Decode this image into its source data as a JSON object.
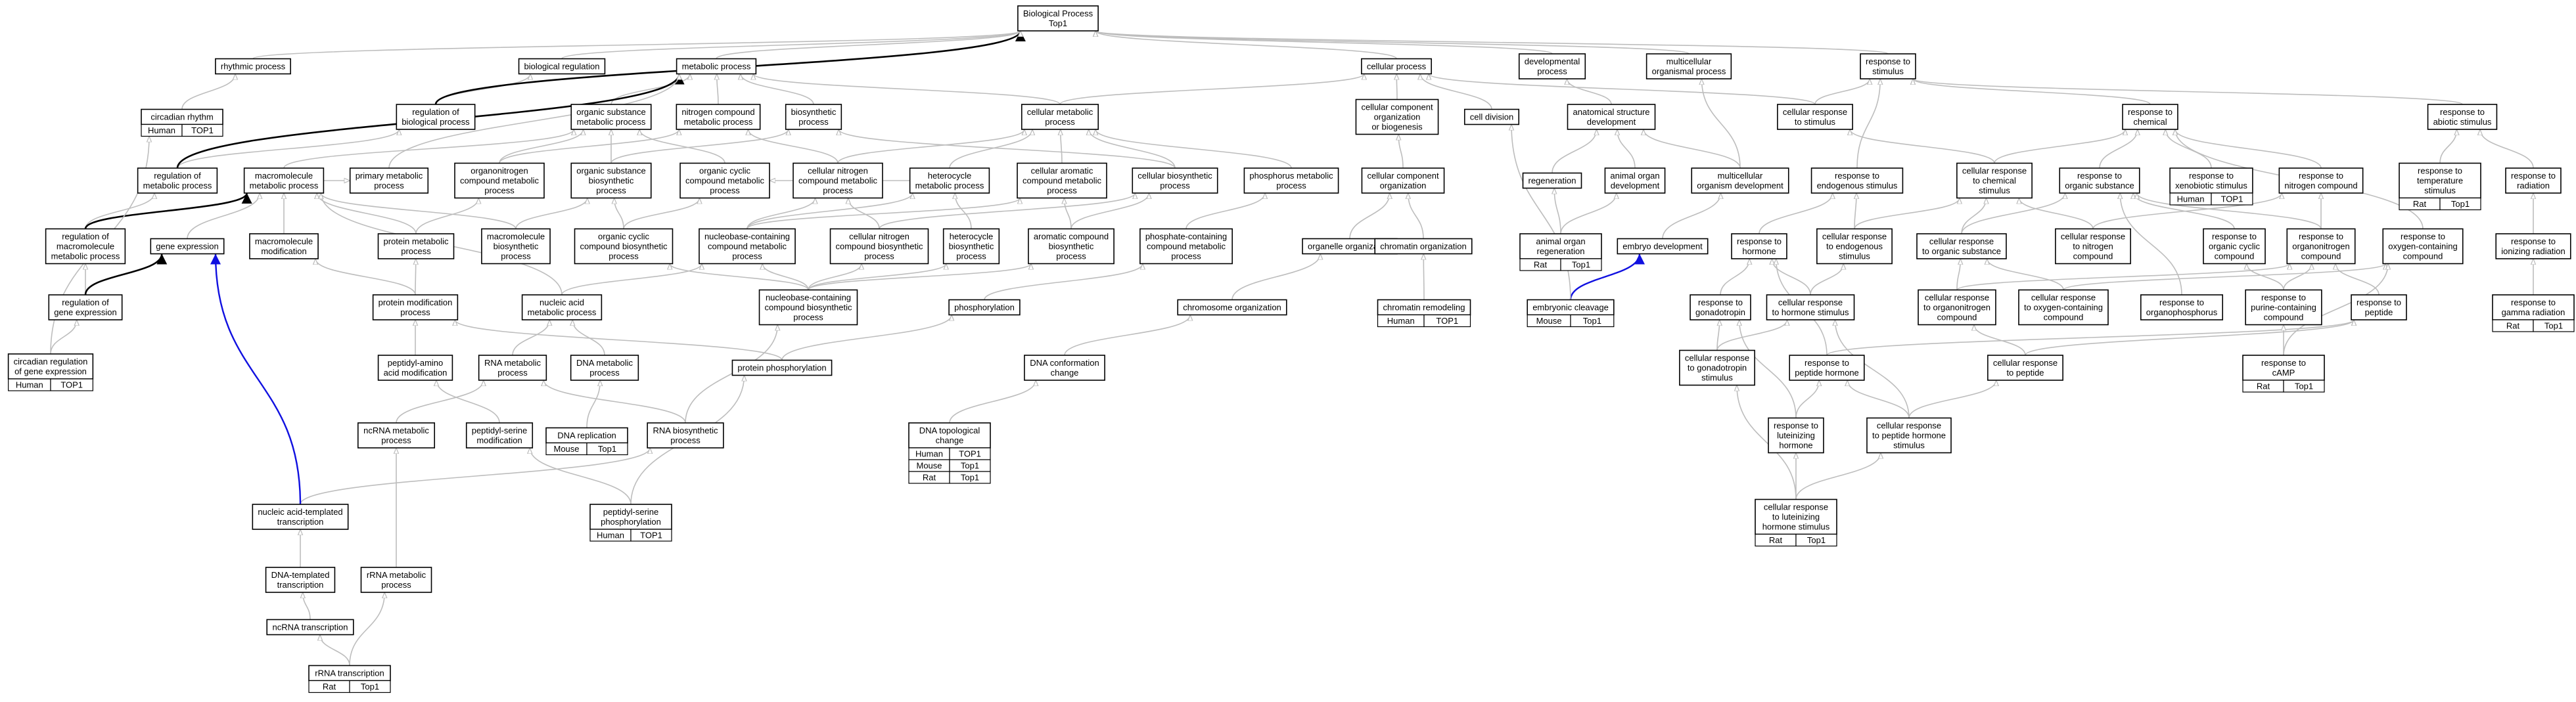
{
  "colors": {
    "box_border": "#000000",
    "edge_gray": "#bdbdbd",
    "edge_strong": "#000000",
    "edge_blue": "#1010e0",
    "human_badge": "#e8533f",
    "mouse_badge": "#a8d8e6",
    "rat_badge": "#f5c400"
  },
  "nodes": [
    {
      "id": "bp",
      "lines": [
        "Biological Process",
        "Top1"
      ]
    },
    {
      "id": "rhythmic",
      "lines": [
        "rhythmic process"
      ]
    },
    {
      "id": "circadian",
      "lines": [
        "circadian rhythm"
      ],
      "badges": [
        {
          "species": "Human",
          "rank": "TOP1"
        }
      ]
    },
    {
      "id": "bioreg",
      "lines": [
        "biological regulation"
      ]
    },
    {
      "id": "regbp",
      "lines": [
        "regulation of",
        "biological process"
      ]
    },
    {
      "id": "metab",
      "lines": [
        "metabolic process"
      ]
    },
    {
      "id": "cellproc",
      "lines": [
        "cellular process"
      ]
    },
    {
      "id": "devproc",
      "lines": [
        "developmental",
        "process"
      ]
    },
    {
      "id": "multicell",
      "lines": [
        "multicellular",
        "organismal process"
      ]
    },
    {
      "id": "respstim",
      "lines": [
        "response to",
        "stimulus"
      ]
    },
    {
      "id": "orgsub",
      "lines": [
        "organic substance",
        "metabolic process"
      ]
    },
    {
      "id": "nitro",
      "lines": [
        "nitrogen compound",
        "metabolic process"
      ]
    },
    {
      "id": "biosyn",
      "lines": [
        "biosynthetic",
        "process"
      ]
    },
    {
      "id": "cellmet",
      "lines": [
        "cellular metabolic",
        "process"
      ]
    },
    {
      "id": "cellcomp",
      "lines": [
        "cellular component",
        "organization",
        "or biogenesis"
      ]
    },
    {
      "id": "celldiv",
      "lines": [
        "cell division"
      ]
    },
    {
      "id": "anat",
      "lines": [
        "anatomical structure",
        "development"
      ]
    },
    {
      "id": "cellresp",
      "lines": [
        "cellular response",
        "to stimulus"
      ]
    },
    {
      "id": "respchem",
      "lines": [
        "response to",
        "chemical"
      ]
    },
    {
      "id": "respabio",
      "lines": [
        "response to",
        "abiotic stimulus"
      ]
    },
    {
      "id": "regmet",
      "lines": [
        "regulation of",
        "metabolic process"
      ]
    },
    {
      "id": "macro",
      "lines": [
        "macromolecule",
        "metabolic process"
      ]
    },
    {
      "id": "primary",
      "lines": [
        "primary metabolic",
        "process"
      ]
    },
    {
      "id": "orgnitro",
      "lines": [
        "organonitrogen",
        "compound metabolic",
        "process"
      ]
    },
    {
      "id": "orgsubbio",
      "lines": [
        "organic substance",
        "biosynthetic",
        "process"
      ]
    },
    {
      "id": "orgcyc",
      "lines": [
        "organic cyclic",
        "compound metabolic",
        "process"
      ]
    },
    {
      "id": "cellnitro",
      "lines": [
        "cellular nitrogen",
        "compound metabolic",
        "process"
      ]
    },
    {
      "id": "hetero",
      "lines": [
        "heterocycle",
        "metabolic process"
      ]
    },
    {
      "id": "cellarom",
      "lines": [
        "cellular aromatic",
        "compound metabolic",
        "process"
      ]
    },
    {
      "id": "cellbio",
      "lines": [
        "cellular biosynthetic",
        "process"
      ]
    },
    {
      "id": "phosmet",
      "lines": [
        "phosphorus metabolic",
        "process"
      ]
    },
    {
      "id": "cellcomporg",
      "lines": [
        "cellular component",
        "organization"
      ]
    },
    {
      "id": "regen",
      "lines": [
        "regeneration"
      ]
    },
    {
      "id": "animorg",
      "lines": [
        "animal organ",
        "development"
      ]
    },
    {
      "id": "multidev",
      "lines": [
        "multicellular",
        "organism development"
      ]
    },
    {
      "id": "respendo",
      "lines": [
        "response to",
        "endogenous stimulus"
      ]
    },
    {
      "id": "cellrespchem",
      "lines": [
        "cellular response",
        "to chemical",
        "stimulus"
      ]
    },
    {
      "id": "resporg",
      "lines": [
        "response to",
        "organic substance"
      ]
    },
    {
      "id": "respxeno",
      "lines": [
        "response to",
        "xenobiotic stimulus"
      ],
      "badges": [
        {
          "species": "Human",
          "rank": "TOP1"
        }
      ]
    },
    {
      "id": "respnitro",
      "lines": [
        "response to",
        "nitrogen compound"
      ]
    },
    {
      "id": "resptemp",
      "lines": [
        "response to",
        "temperature",
        "stimulus"
      ],
      "badges": [
        {
          "species": "Rat",
          "rank": "Top1"
        }
      ]
    },
    {
      "id": "resprad",
      "lines": [
        "response to",
        "radiation"
      ]
    },
    {
      "id": "regmacro",
      "lines": [
        "regulation of",
        "macromolecule",
        "metabolic process"
      ]
    },
    {
      "id": "geneexp",
      "lines": [
        "gene expression"
      ]
    },
    {
      "id": "macromod",
      "lines": [
        "macromolecule",
        "modification"
      ]
    },
    {
      "id": "protmet",
      "lines": [
        "protein metabolic",
        "process"
      ]
    },
    {
      "id": "macrobio",
      "lines": [
        "macromolecule",
        "biosynthetic",
        "process"
      ]
    },
    {
      "id": "orgcycbio",
      "lines": [
        "organic cyclic",
        "compound biosynthetic",
        "process"
      ]
    },
    {
      "id": "nucleobase",
      "lines": [
        "nucleobase-containing",
        "compound metabolic",
        "process"
      ]
    },
    {
      "id": "cellnitrobio",
      "lines": [
        "cellular nitrogen",
        "compound biosynthetic",
        "process"
      ]
    },
    {
      "id": "heterobio",
      "lines": [
        "heterocycle",
        "biosynthetic",
        "process"
      ]
    },
    {
      "id": "arombio",
      "lines": [
        "aromatic compound",
        "biosynthetic",
        "process"
      ]
    },
    {
      "id": "phosphcont",
      "lines": [
        "phosphate-containing",
        "compound metabolic",
        "process"
      ]
    },
    {
      "id": "organelle",
      "lines": [
        "organelle organization"
      ]
    },
    {
      "id": "chromorg",
      "lines": [
        "chromatin organization"
      ]
    },
    {
      "id": "animregen",
      "lines": [
        "animal organ",
        "regeneration"
      ],
      "badges": [
        {
          "species": "Rat",
          "rank": "Top1"
        }
      ]
    },
    {
      "id": "embryo",
      "lines": [
        "embryo development"
      ]
    },
    {
      "id": "resphorm",
      "lines": [
        "response to",
        "hormone"
      ]
    },
    {
      "id": "cellrespendo",
      "lines": [
        "cellular response",
        "to endogenous",
        "stimulus"
      ]
    },
    {
      "id": "cellresporg",
      "lines": [
        "cellular response",
        "to organic substance"
      ]
    },
    {
      "id": "cellrespnitro",
      "lines": [
        "cellular response",
        "to nitrogen",
        "compound"
      ]
    },
    {
      "id": "resporgcyc",
      "lines": [
        "response to",
        "organic cyclic",
        "compound"
      ]
    },
    {
      "id": "resporgnitro",
      "lines": [
        "response to",
        "organonitrogen",
        "compound"
      ]
    },
    {
      "id": "respoxy",
      "lines": [
        "response to",
        "oxygen-containing",
        "compound"
      ]
    },
    {
      "id": "respion",
      "lines": [
        "response to",
        "ionizing radiation"
      ]
    },
    {
      "id": "regge",
      "lines": [
        "regulation of",
        "gene expression"
      ]
    },
    {
      "id": "protmod",
      "lines": [
        "protein modification",
        "process"
      ]
    },
    {
      "id": "nucacid",
      "lines": [
        "nucleic acid",
        "metabolic process"
      ]
    },
    {
      "id": "nucbio",
      "lines": [
        "nucleobase-containing",
        "compound biosynthetic",
        "process"
      ]
    },
    {
      "id": "phosphorylation",
      "lines": [
        "phosphorylation"
      ]
    },
    {
      "id": "chromosome",
      "lines": [
        "chromosome organization"
      ]
    },
    {
      "id": "chromremod",
      "lines": [
        "chromatin remodeling"
      ],
      "badges": [
        {
          "species": "Human",
          "rank": "TOP1"
        }
      ]
    },
    {
      "id": "embcleav",
      "lines": [
        "embryonic cleavage"
      ],
      "badges": [
        {
          "species": "Mouse",
          "rank": "Top1"
        }
      ]
    },
    {
      "id": "respgonad",
      "lines": [
        "response to",
        "gonadotropin"
      ]
    },
    {
      "id": "cellresphorm",
      "lines": [
        "cellular response",
        "to hormone stimulus"
      ]
    },
    {
      "id": "cellresporgnitro",
      "lines": [
        "cellular response",
        "to organonitrogen",
        "compound"
      ]
    },
    {
      "id": "cellrespoxy",
      "lines": [
        "cellular response",
        "to oxygen-containing",
        "compound"
      ]
    },
    {
      "id": "resporgphos",
      "lines": [
        "response to",
        "organophosphorus"
      ]
    },
    {
      "id": "resppurine",
      "lines": [
        "response to",
        "purine-containing",
        "compound"
      ]
    },
    {
      "id": "resppeptide",
      "lines": [
        "response to",
        "peptide"
      ]
    },
    {
      "id": "respgamma",
      "lines": [
        "response to",
        "gamma radiation"
      ],
      "badges": [
        {
          "species": "Rat",
          "rank": "Top1"
        }
      ]
    },
    {
      "id": "circreg",
      "lines": [
        "circadian regulation",
        "of gene expression"
      ],
      "badges": [
        {
          "species": "Human",
          "rank": "TOP1"
        }
      ]
    },
    {
      "id": "peptamino",
      "lines": [
        "peptidyl-amino",
        "acid modification"
      ]
    },
    {
      "id": "rnamet",
      "lines": [
        "RNA metabolic",
        "process"
      ]
    },
    {
      "id": "dnamet",
      "lines": [
        "DNA metabolic",
        "process"
      ]
    },
    {
      "id": "protphos",
      "lines": [
        "protein phosphorylation"
      ]
    },
    {
      "id": "dnaconf",
      "lines": [
        "DNA conformation",
        "change"
      ]
    },
    {
      "id": "cellrespgonad",
      "lines": [
        "cellular response",
        "to gonadotropin",
        "stimulus"
      ]
    },
    {
      "id": "resppepthorm",
      "lines": [
        "response to",
        "peptide hormone"
      ]
    },
    {
      "id": "cellresppept",
      "lines": [
        "cellular response",
        "to peptide"
      ]
    },
    {
      "id": "respcamp",
      "lines": [
        "response to",
        "cAMP"
      ],
      "badges": [
        {
          "species": "Rat",
          "rank": "Top1"
        }
      ]
    },
    {
      "id": "ncrnamet",
      "lines": [
        "ncRNA metabolic",
        "process"
      ]
    },
    {
      "id": "peptser",
      "lines": [
        "peptidyl-serine",
        "modification"
      ]
    },
    {
      "id": "dnarep",
      "lines": [
        "DNA replication"
      ],
      "badges": [
        {
          "species": "Mouse",
          "rank": "Top1"
        }
      ]
    },
    {
      "id": "rnabio",
      "lines": [
        "RNA biosynthetic",
        "process"
      ]
    },
    {
      "id": "dnatopo",
      "lines": [
        "DNA topological",
        "change"
      ],
      "badges": [
        {
          "species": "Human",
          "rank": "TOP1"
        },
        {
          "species": "Mouse",
          "rank": "Top1"
        },
        {
          "species": "Rat",
          "rank": "Top1"
        }
      ]
    },
    {
      "id": "resplut",
      "lines": [
        "response to",
        "luteinizing",
        "hormone"
      ]
    },
    {
      "id": "cellresppepthorm",
      "lines": [
        "cellular response",
        "to peptide hormone",
        "stimulus"
      ]
    },
    {
      "id": "peptserphos",
      "lines": [
        "peptidyl-serine",
        "phosphorylation"
      ],
      "badges": [
        {
          "species": "Human",
          "rank": "TOP1"
        }
      ]
    },
    {
      "id": "nucacidtx",
      "lines": [
        "nucleic acid-templated",
        "transcription"
      ]
    },
    {
      "id": "cellresplut",
      "lines": [
        "cellular response",
        "to luteinizing",
        "hormone stimulus"
      ],
      "badges": [
        {
          "species": "Rat",
          "rank": "Top1"
        }
      ]
    },
    {
      "id": "dnatx",
      "lines": [
        "DNA-templated",
        "transcription"
      ]
    },
    {
      "id": "rrnamet",
      "lines": [
        "rRNA metabolic",
        "process"
      ]
    },
    {
      "id": "ncrnatx",
      "lines": [
        "ncRNA transcription"
      ]
    },
    {
      "id": "rrnatx",
      "lines": [
        "rRNA transcription"
      ],
      "badges": [
        {
          "species": "Rat",
          "rank": "Top1"
        }
      ]
    }
  ]
}
